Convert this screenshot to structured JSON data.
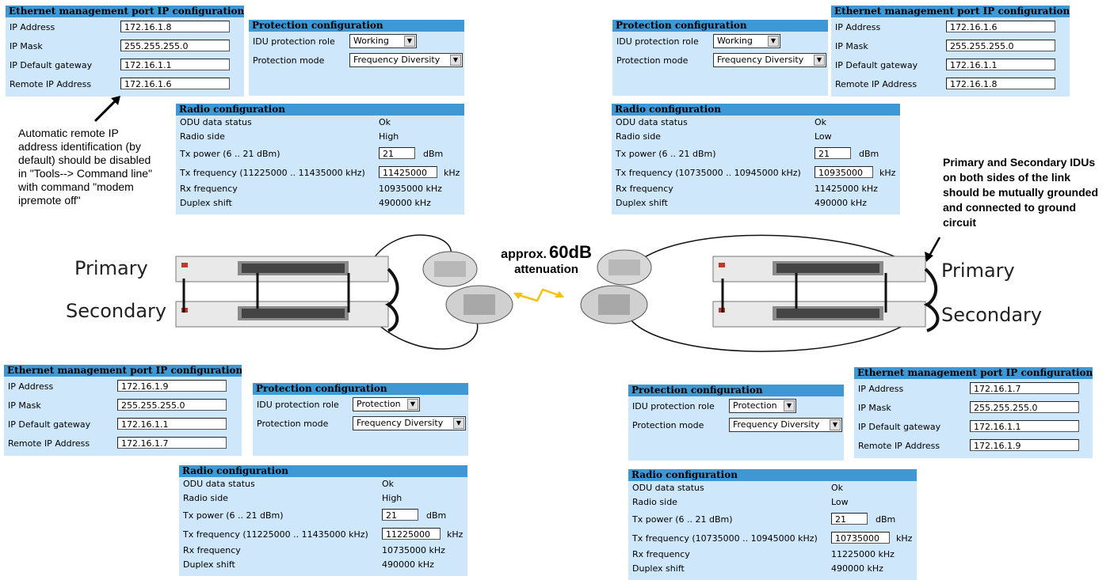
{
  "labels": {
    "eth_title": "Ethernet management port IP configuration",
    "ip_address": "IP Address",
    "ip_mask": "IP Mask",
    "ip_gateway": "IP Default gateway",
    "remote_ip": "Remote IP Address",
    "prot_title": "Protection configuration",
    "prot_role": "IDU protection role",
    "prot_mode": "Protection mode",
    "radio_title": "Radio configuration",
    "odu_status": "ODU data status",
    "radio_side": "Radio side",
    "tx_power": "Tx power (6 .. 21 dBm)",
    "rx_freq": "Rx frequency",
    "duplex": "Duplex shift",
    "dbm": "dBm",
    "khz": "kHz"
  },
  "units": {
    "top_left": {
      "ip": "172.16.1.8",
      "mask": "255.255.255.0",
      "gateway": "172.16.1.1",
      "remote": "172.16.1.6",
      "role": "Working",
      "mode": "Frequency Diversity",
      "odu": "Ok",
      "side": "High",
      "tx_power": "21",
      "tx_freq_label": "Tx frequency (11225000 .. 11435000 kHz)",
      "tx_freq": "11425000",
      "rx_freq": "10935000 kHz",
      "duplex": "490000 kHz"
    },
    "top_right": {
      "ip": "172.16.1.6",
      "mask": "255.255.255.0",
      "gateway": "172.16.1.1",
      "remote": "172.16.1.8",
      "role": "Working",
      "mode": "Frequency Diversity",
      "odu": "Ok",
      "side": "Low",
      "tx_power": "21",
      "tx_freq_label": "Tx frequency (10735000 .. 10945000 kHz)",
      "tx_freq": "10935000",
      "rx_freq": "11425000 kHz",
      "duplex": "490000 kHz"
    },
    "bottom_left": {
      "ip": "172.16.1.9",
      "mask": "255.255.255.0",
      "gateway": "172.16.1.1",
      "remote": "172.16.1.7",
      "role": "Protection",
      "mode": "Frequency Diversity",
      "odu": "Ok",
      "side": "High",
      "tx_power": "21",
      "tx_freq_label": "Tx frequency (11225000 .. 11435000 kHz)",
      "tx_freq": "11225000",
      "rx_freq": "10735000 kHz",
      "duplex": "490000 kHz"
    },
    "bottom_right": {
      "ip": "172.16.1.7",
      "mask": "255.255.255.0",
      "gateway": "172.16.1.1",
      "remote": "172.16.1.9",
      "role": "Protection",
      "mode": "Frequency Diversity",
      "odu": "Ok",
      "side": "Low",
      "tx_power": "21",
      "tx_freq_label": "Tx frequency (10735000 .. 10945000 kHz)",
      "tx_freq": "10735000",
      "rx_freq": "11225000 kHz",
      "duplex": "490000 kHz"
    }
  },
  "diagram": {
    "primary": "Primary",
    "secondary": "Secondary",
    "attenuation_prefix": "approx.",
    "attenuation_value": "60dB",
    "attenuation_suffix": "attenuation",
    "note_left": "Automatic remote IP address identification (by default) should be disabled in \"Tools--> Command line\" with command \"modem ipremote off\"",
    "note_right": "Primary and Secondary IDUs on both sides of the link should be mutually grounded and connected to ground circuit"
  },
  "colors": {
    "panel_bg": "#cfe7fb",
    "panel_header": "#3f97d3"
  }
}
